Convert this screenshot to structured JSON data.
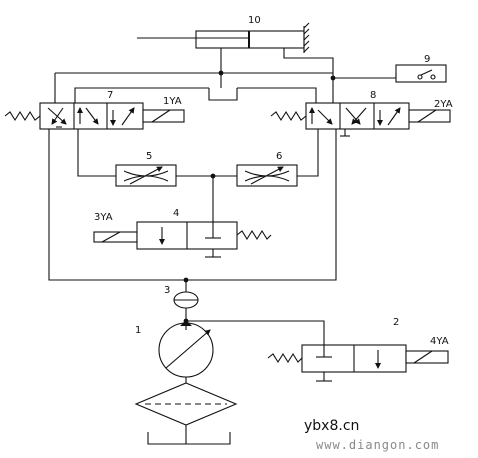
{
  "labels": {
    "cylinder": "10",
    "switch": "9",
    "valve7": "7",
    "valve8": "8",
    "sol1": "1YA",
    "sol2": "2YA",
    "sol3": "3YA",
    "sol4": "4YA",
    "throttle5": "5",
    "throttle6": "6",
    "valve4": "4",
    "check3": "3",
    "pump1": "1",
    "valve2": "2"
  },
  "watermark": {
    "site": "ybx8.cn",
    "url": "www.diangon.com"
  }
}
